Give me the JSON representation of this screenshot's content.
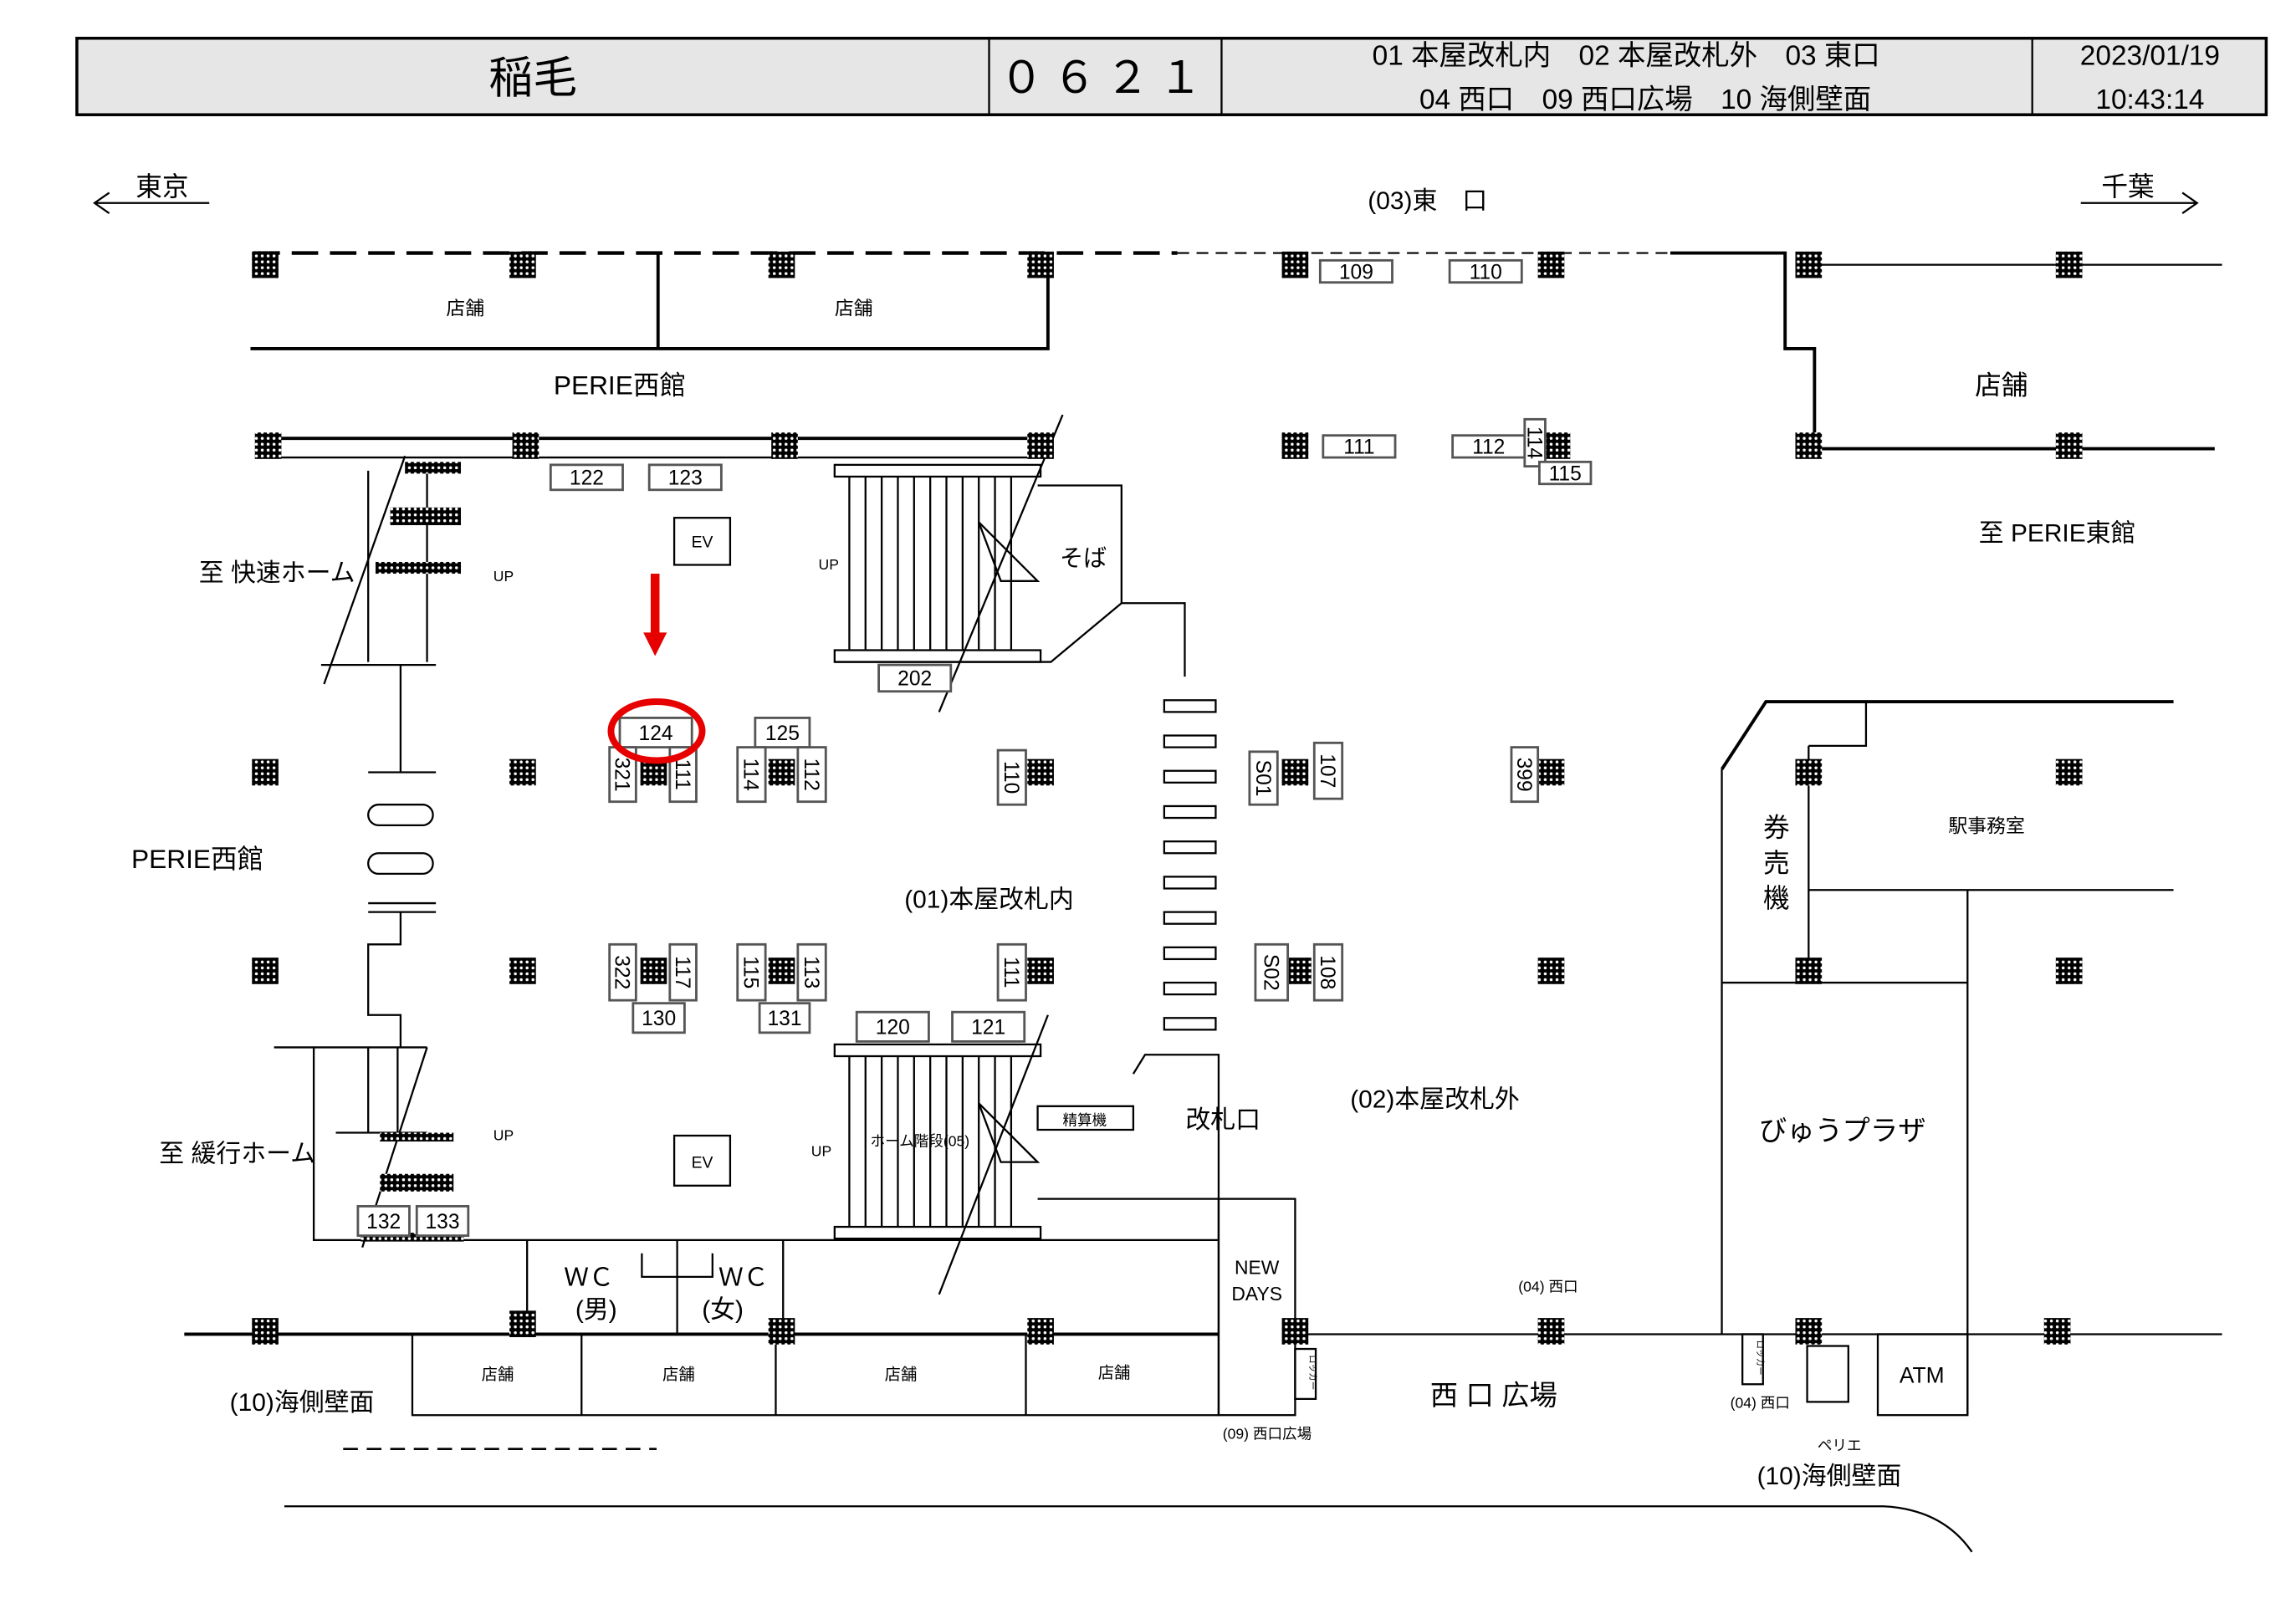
{
  "header": {
    "station": "稲毛",
    "code": "０６２１",
    "areas_line1": "01 本屋改札内　02 本屋改札外　03 東口",
    "areas_line2": "04 西口　09 西口広場　10 海側壁面",
    "date": "2023/01/19",
    "time": "10:43:14"
  },
  "directions": {
    "left": "東京",
    "right": "千葉"
  },
  "labels": {
    "east_exit": "(03)東　口",
    "shop": "店舗",
    "perie_west_top": "PERIE西館",
    "perie_west_left": "PERIE西館",
    "rapid_platform": "至 快速ホーム",
    "local_platform": "至 緩行ホーム",
    "up": "UP",
    "ev": "EV",
    "soba": "そば",
    "inside_gate": "(01)本屋改札内",
    "outside_gate": "(02)本屋改札外",
    "ticket_gate": "改札口",
    "fare_adjust": "精算機",
    "platform_stairs": "ホーム階段(05)",
    "wc": "ＷＣ",
    "men": "(男)",
    "women": "(女)",
    "new_days_1": "NEW",
    "new_days_2": "DAYS",
    "to_perie_east": "至 PERIE東館",
    "ticket_machine": "券売機",
    "station_office": "駅事務室",
    "view_plaza": "びゅうプラザ",
    "atm": "ATM",
    "west_exit_04": "(04) 西口",
    "west_plaza_big": "西 口 広場",
    "west_plaza_09": "(09) 西口広場",
    "seaside_wall": "(10)海側壁面",
    "perie": "ペリエ",
    "locker": "ロッカー"
  },
  "highlight": {
    "target": "124",
    "color": "#e60000"
  },
  "ads": [
    "109",
    "110",
    "111",
    "112",
    "114",
    "115",
    "122",
    "123",
    "202",
    "124",
    "321",
    "111",
    "125",
    "114",
    "112",
    "110",
    "S01",
    "107",
    "399",
    "322",
    "117",
    "130",
    "115",
    "113",
    "131",
    "111",
    "S02",
    "108",
    "120",
    "121",
    "132",
    "133"
  ]
}
